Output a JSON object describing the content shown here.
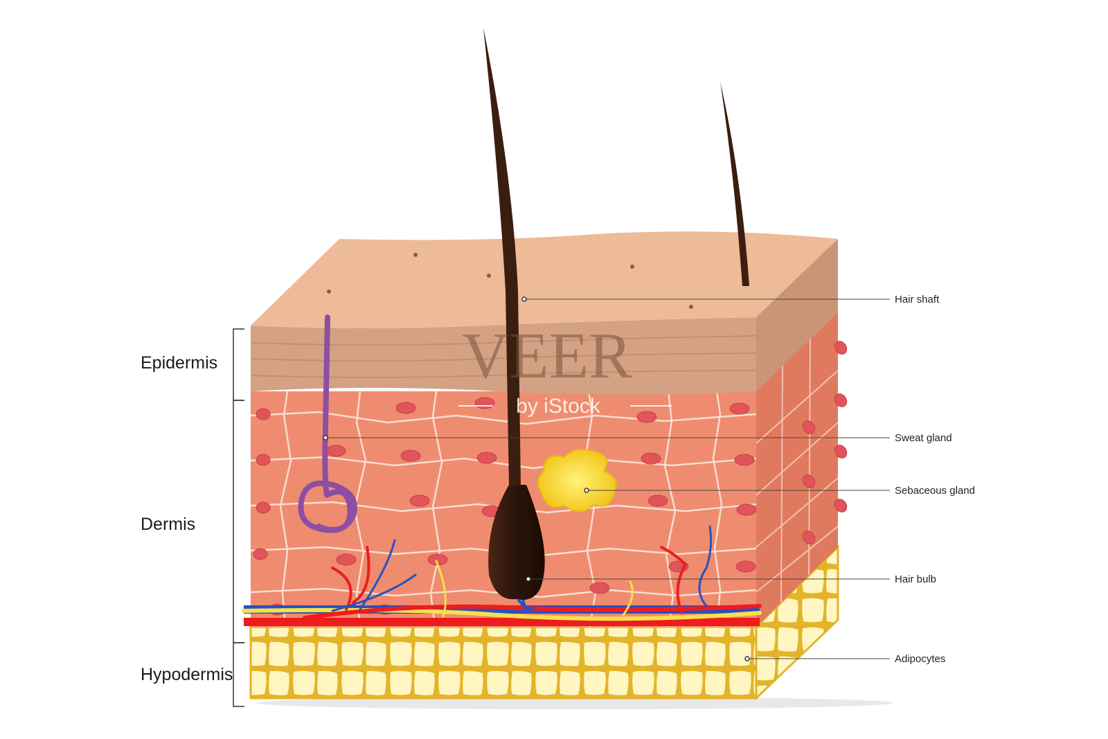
{
  "layers": {
    "epidermis": "Epidermis",
    "dermis": "Dermis",
    "hypodermis": "Hypodermis"
  },
  "callouts": {
    "hair_shaft": "Hair shaft",
    "sweat_gland": "Sweat gland",
    "sebaceous_gland": "Sebaceous gland",
    "hair_bulb": "Hair bulb",
    "adipocytes": "Adipocytes"
  },
  "watermark": {
    "brand": "VEER",
    "byline": "by iStock"
  },
  "colors": {
    "epidermis_top": "#edbb98",
    "epidermis_front": "#d4a184",
    "dermis": "#ef8c6f",
    "dermis_side": "#df7a5e",
    "hypodermis": "#fff6c2",
    "hypodermis_border": "#e3b32a",
    "hair": "#3b1e10",
    "sweat_gland": "#8e4fa0",
    "sebaceous_gland": "#f7d53a",
    "artery": "#ee1c1c",
    "vein": "#2a50c0",
    "nerve": "#f8e04a"
  }
}
